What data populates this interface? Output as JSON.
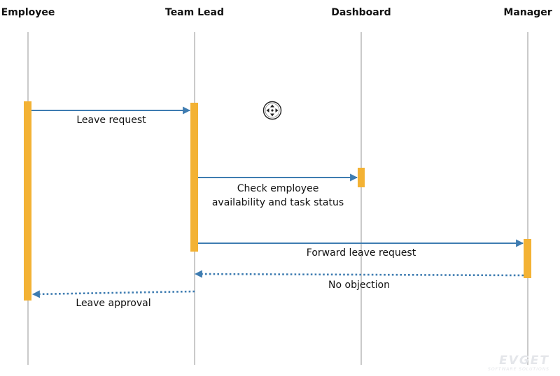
{
  "actors": [
    {
      "id": "employee",
      "label": "Employee"
    },
    {
      "id": "teamlead",
      "label": "Team Lead"
    },
    {
      "id": "dashboard",
      "label": "Dashboard"
    },
    {
      "id": "manager",
      "label": "Manager"
    }
  ],
  "messages": [
    {
      "from": "employee",
      "to": "teamlead",
      "style": "solid",
      "lines": [
        "Leave request"
      ]
    },
    {
      "from": "teamlead",
      "to": "dashboard",
      "style": "solid",
      "lines": [
        "Check employee",
        "availability and task status"
      ]
    },
    {
      "from": "teamlead",
      "to": "manager",
      "style": "solid",
      "lines": [
        "Forward leave request"
      ]
    },
    {
      "from": "manager",
      "to": "teamlead",
      "style": "dotted",
      "lines": [
        "No objection"
      ]
    },
    {
      "from": "teamlead",
      "to": "employee",
      "style": "dotted",
      "lines": [
        "Leave approval"
      ]
    }
  ],
  "watermark": {
    "brand": "EVGET",
    "tagline": "SOFTWARE SOLUTIONS"
  },
  "colors": {
    "lifeline": "#a6a6a6",
    "activation": "#f3b234",
    "arrow": "#3e7cb1",
    "text": "#111111",
    "watermark": "#e4e6ea"
  },
  "move_icon": "move-cursor-icon"
}
